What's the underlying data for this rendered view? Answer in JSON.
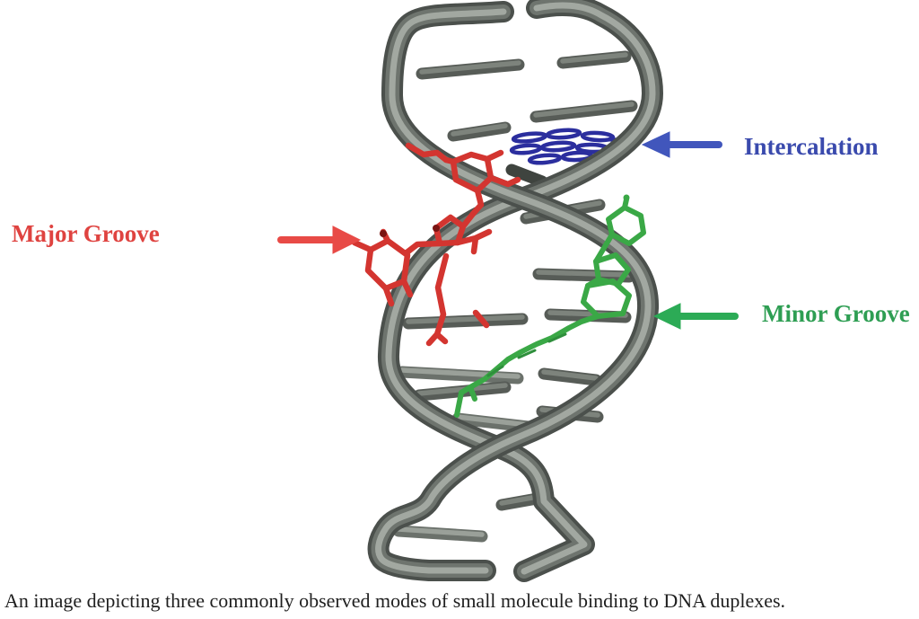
{
  "caption": "An image depicting three commonly observed modes of small molecule binding to DNA duplexes.",
  "labels": {
    "intercalation": {
      "text": "Intercalation",
      "color": "#3a4aad"
    },
    "major_groove": {
      "text": "Major Groove",
      "color": "#df4340"
    },
    "minor_groove": {
      "text": "Minor Groove",
      "color": "#2e9e53"
    }
  },
  "colors": {
    "background": "#ffffff",
    "dna_tube_dark": "#4b504c",
    "dna_tube_mid": "#6e746e",
    "dna_tube_highlight": "#a2a8a1",
    "intercalator_blue": "#2b2e9e",
    "major_groove_red": "#d33530",
    "minor_groove_green": "#3aa846",
    "arrow_red": "#e84a46",
    "arrow_blue": "#4156bc",
    "arrow_green": "#2cab56",
    "caption_text": "#1f1f1f"
  }
}
